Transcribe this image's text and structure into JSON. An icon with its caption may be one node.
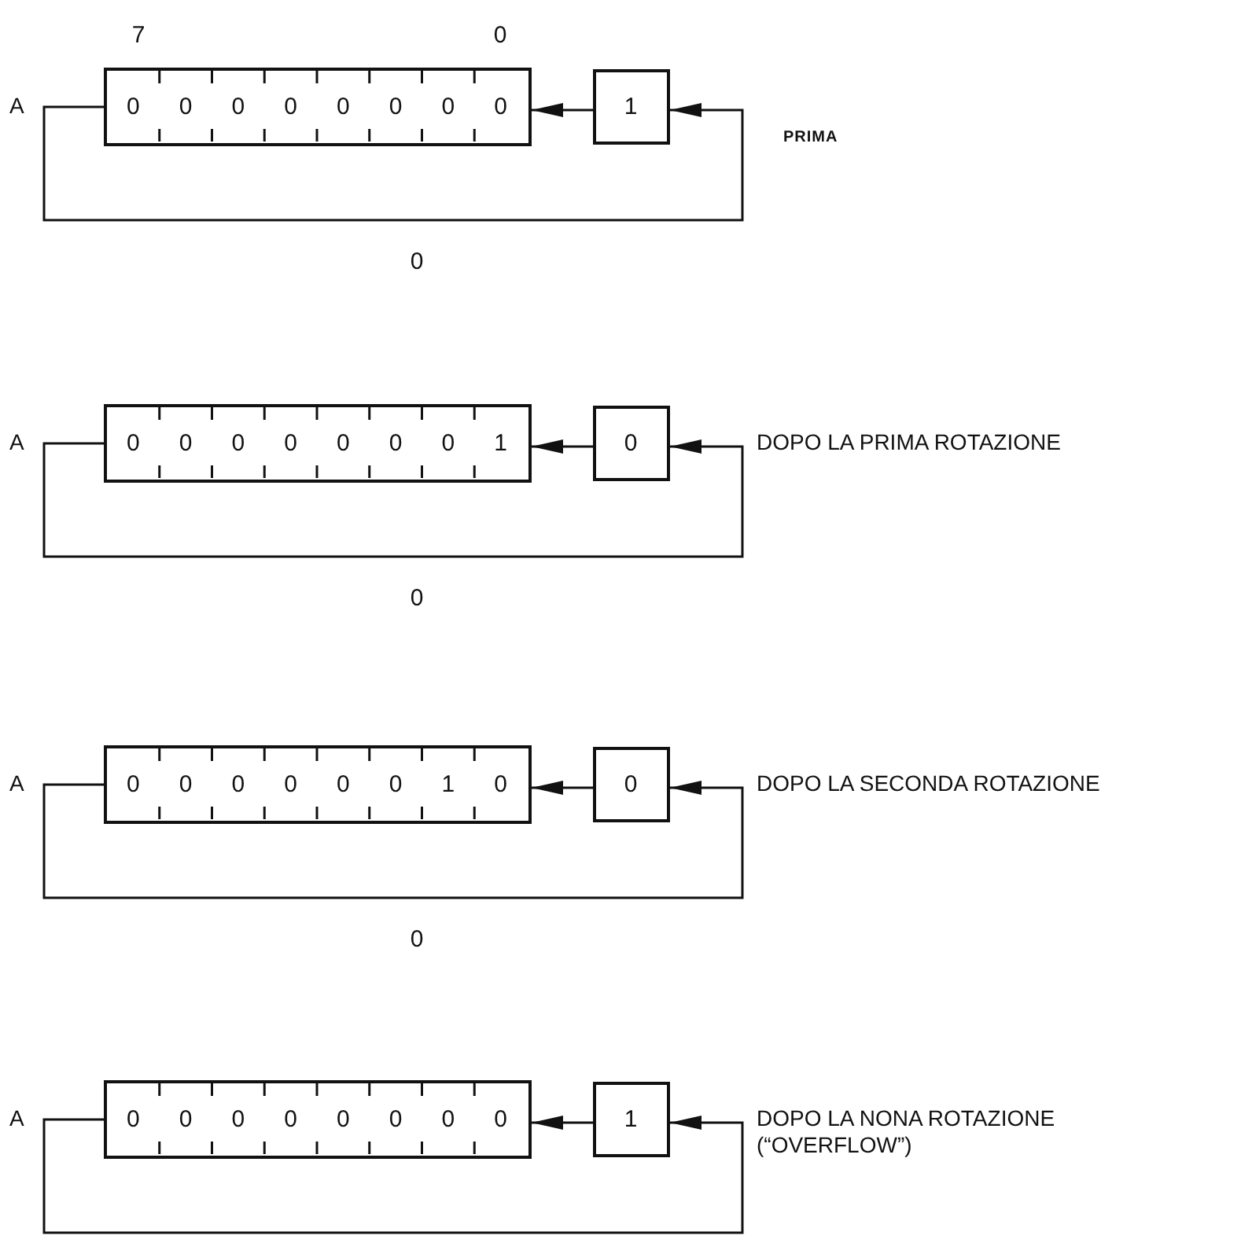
{
  "diagram": {
    "nodes": [
      {
        "text": [
          "0",
          "0",
          "0",
          "0",
          "0",
          "0",
          "0",
          "0"
        ],
        "beside": [
          "7",
          "0",
          "A"
        ]
      },
      {
        "text": [
          "1"
        ]
      },
      {
        "text": [
          "0",
          "0",
          "0",
          "0",
          "0",
          "0",
          "0",
          "1"
        ],
        "beside": [
          "A"
        ]
      },
      {
        "text": [
          "0"
        ],
        "beside": [
          "DOPO LA PRIMA ROTAZIONE"
        ]
      },
      {
        "text": [
          "0",
          "0",
          "0",
          "0",
          "0",
          "0",
          "1",
          "0"
        ],
        "beside": [
          "A"
        ]
      },
      {
        "text": [
          "0"
        ],
        "beside": [
          "DOPO LA SECONDA ROTAZIONE"
        ]
      },
      {
        "text": [
          "0",
          "0",
          "0",
          "0",
          "0",
          "0",
          "0",
          "0"
        ],
        "beside": [
          "A"
        ]
      },
      {
        "text": [
          "1"
        ],
        "beside": [
          "DOPO LA NONA ROTAZIONE (“OVERFLOW”)"
        ]
      }
    ],
    "edges": [
      {
        "from": 1,
        "to": 0,
        "arrow": "to"
      },
      {
        "from": 0,
        "to": 1,
        "arrow": "to"
      },
      {
        "from": 3,
        "to": 2,
        "arrow": "to"
      },
      {
        "from": 2,
        "to": 3,
        "arrow": "to"
      },
      {
        "from": 5,
        "to": 4,
        "arrow": "to"
      },
      {
        "from": 4,
        "to": 5,
        "arrow": "to"
      },
      {
        "from": 7,
        "to": 6,
        "arrow": "to"
      },
      {
        "from": 6,
        "to": 7,
        "arrow": "to"
      }
    ],
    "labels": [
      "PRIMA",
      "0",
      "0",
      "0"
    ]
  }
}
